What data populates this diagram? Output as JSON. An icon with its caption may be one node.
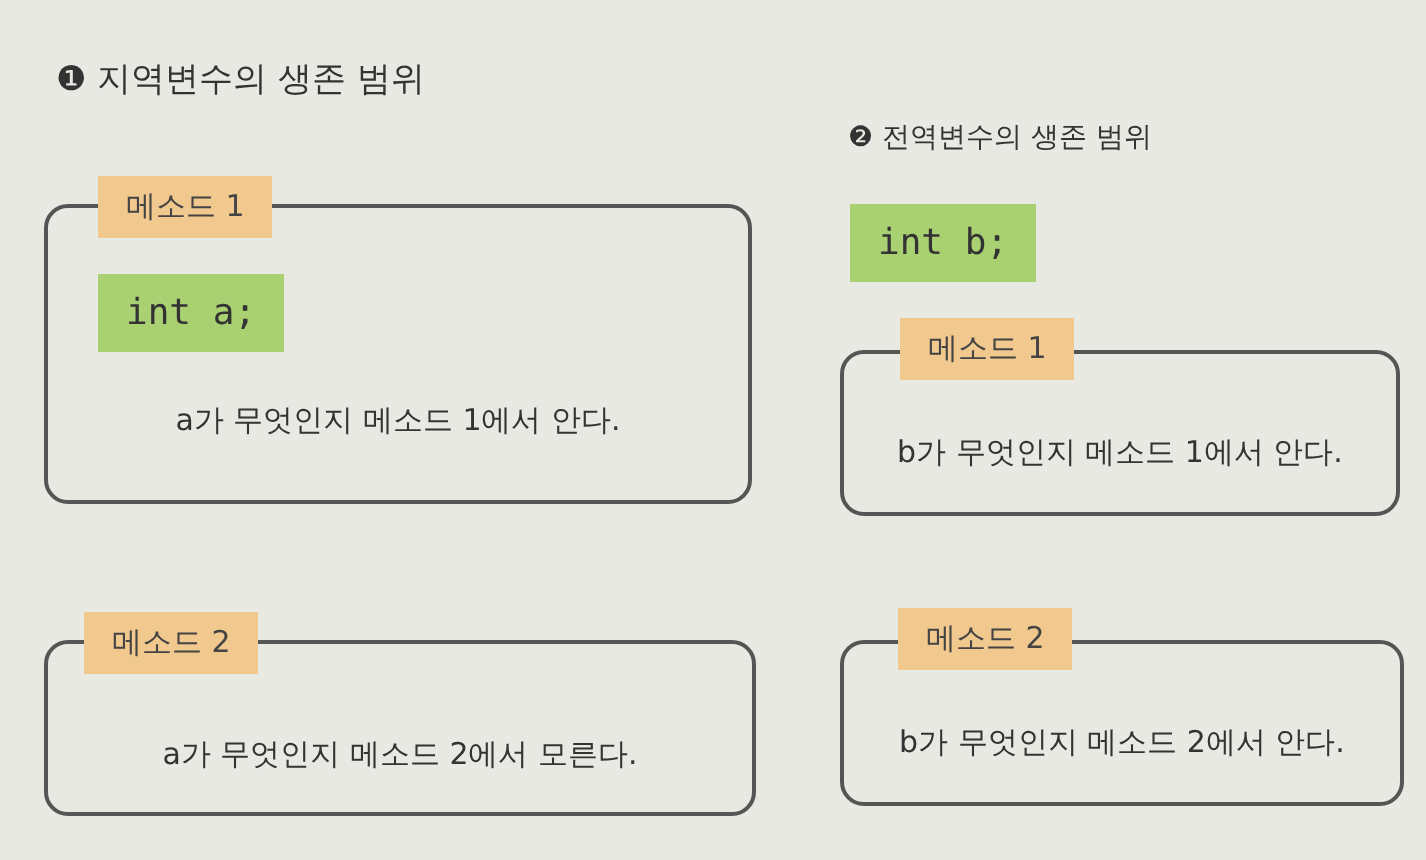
{
  "diagram": {
    "nodes": [
      {
        "text": [
          "a가 무엇인지 메소드 1에서 안다."
        ]
      },
      {
        "text": [
          "메소드 1"
        ]
      },
      {
        "text": [
          "int a;"
        ],
        "in": 0
      },
      {
        "text": [
          "a가 무엇인지 메소드 2에서 모른다."
        ]
      },
      {
        "text": [
          "메소드 2"
        ]
      },
      {
        "text": [
          "int b;"
        ]
      },
      {
        "text": [
          "b가 무엇인지 메소드 1에서 안다."
        ]
      },
      {
        "text": [
          "메소드 1"
        ]
      },
      {
        "text": [
          "b가 무엇인지 메소드 2에서 안다."
        ]
      },
      {
        "text": [
          "메소드 2"
        ]
      }
    ],
    "edges": [],
    "labels": [
      "❶ 지역변수의 생존 범위",
      "❷ 전역변수의 생존 범위"
    ]
  }
}
